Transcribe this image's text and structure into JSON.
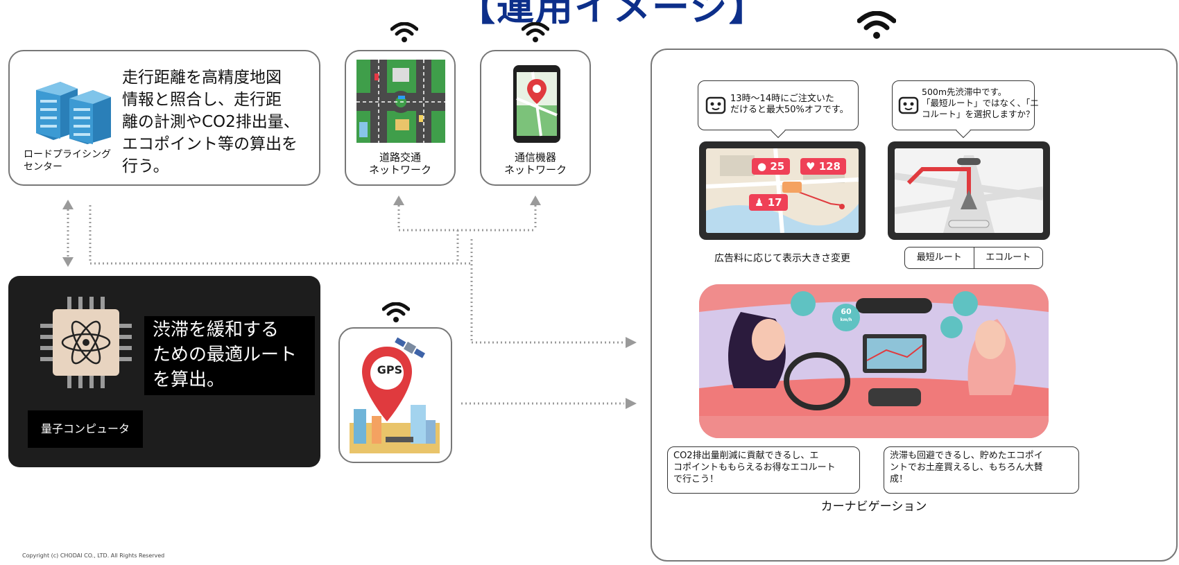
{
  "page_title": "【運用イメージ】",
  "road_pricing": {
    "description": "走行距離を高精度地図情報と照合し、走行距離の計測やCO2排出量、エコポイント等の算出を行う。",
    "line1": "走行距離を高精度地図",
    "line2": "情報と照合し、走行距",
    "line3": "離の計測やCO2排出量、",
    "line4": "エコポイント等の算出を",
    "line5": "行う。",
    "label_line1": "ロードプライシング",
    "label_line2": "センター"
  },
  "road_network": {
    "label_line1": "道路交通",
    "label_line2": "ネットワーク"
  },
  "comm_network": {
    "label_line1": "通信機器",
    "label_line2": "ネットワーク"
  },
  "quantum": {
    "line1": "渋滞を緩和する",
    "line2": "ための最適ルート",
    "line3": "を算出。",
    "label": "量子コンピュータ"
  },
  "gps": {
    "label": "GPS"
  },
  "car_nav": {
    "ad_bubble_line1": "13時～14時にご注文いた",
    "ad_bubble_line2": "だけると最大50%オフです。",
    "ad_pins": {
      "views": "25",
      "likes": "128",
      "users": "17"
    },
    "ad_caption": "広告料に応じて表示大きさ変更",
    "route_bubble_line1": "500m先渋滞中です。",
    "route_bubble_line2": "「最短ルート」ではなく、「エ",
    "route_bubble_line3": "コルート」を選択しますか？",
    "btn_shortest": "最短ルート",
    "btn_eco": "エコルート",
    "speed": "60",
    "speed_unit": "km/h",
    "comment_left_line1": "CO2排出量削減に貢献できるし、エ",
    "comment_left_line2": "コポイントももらえるお得なエコルート",
    "comment_left_line3": "で行こう！",
    "comment_right_line1": "渋滞も回避できるし、貯めたエコポイ",
    "comment_right_line2": "ントでお土産買えるし、もちろん大賛",
    "comment_right_line3": "成！",
    "label": "カーナビゲーション"
  },
  "copyright": "Copyright (c) CHODAI CO., LTD. All Rights Reserved",
  "colors": {
    "title": "#0d2f8a",
    "pin_red": "#e03a3e",
    "panel_dark": "#1d1d1d",
    "ad_red": "#ef4056"
  }
}
